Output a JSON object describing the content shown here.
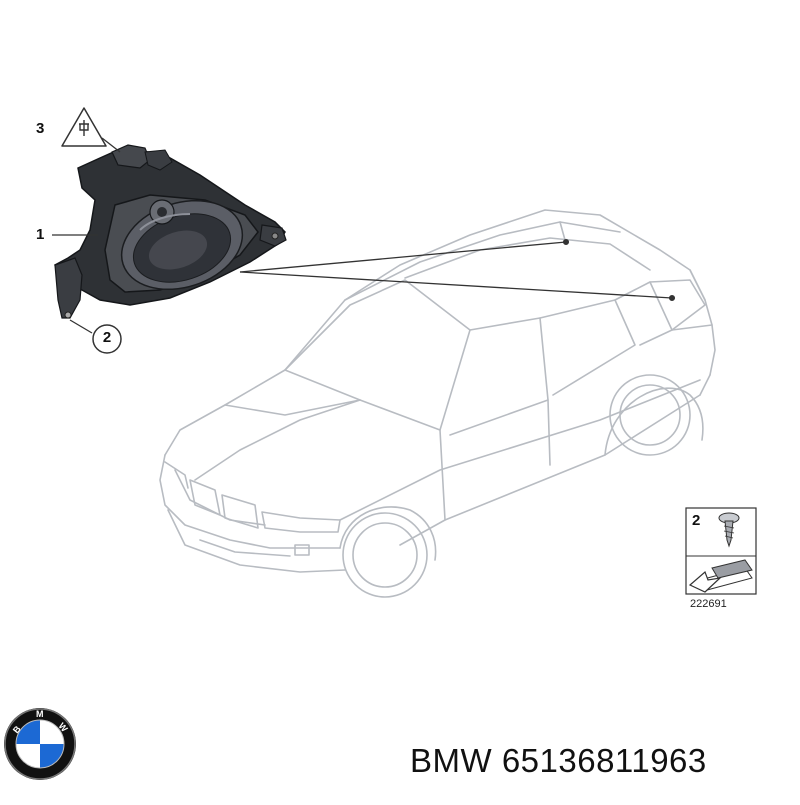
{
  "callouts": {
    "part1": "1",
    "part2": "2",
    "part3": "3"
  },
  "legend": {
    "item_number": "2",
    "code": "222691"
  },
  "footer": {
    "brand_part": "BMW 65136811963"
  },
  "logo": {
    "letters": "BMW",
    "colors": {
      "blue": "#1c69d4",
      "white": "#ffffff",
      "ring": "#111111"
    }
  },
  "colors": {
    "car_outline": "#b8bcc2",
    "leader_line": "#333333",
    "speaker_body": "#3a3d42"
  },
  "icons": [
    "connector-warning-icon",
    "screw-icon",
    "tool-arrow-icon"
  ]
}
